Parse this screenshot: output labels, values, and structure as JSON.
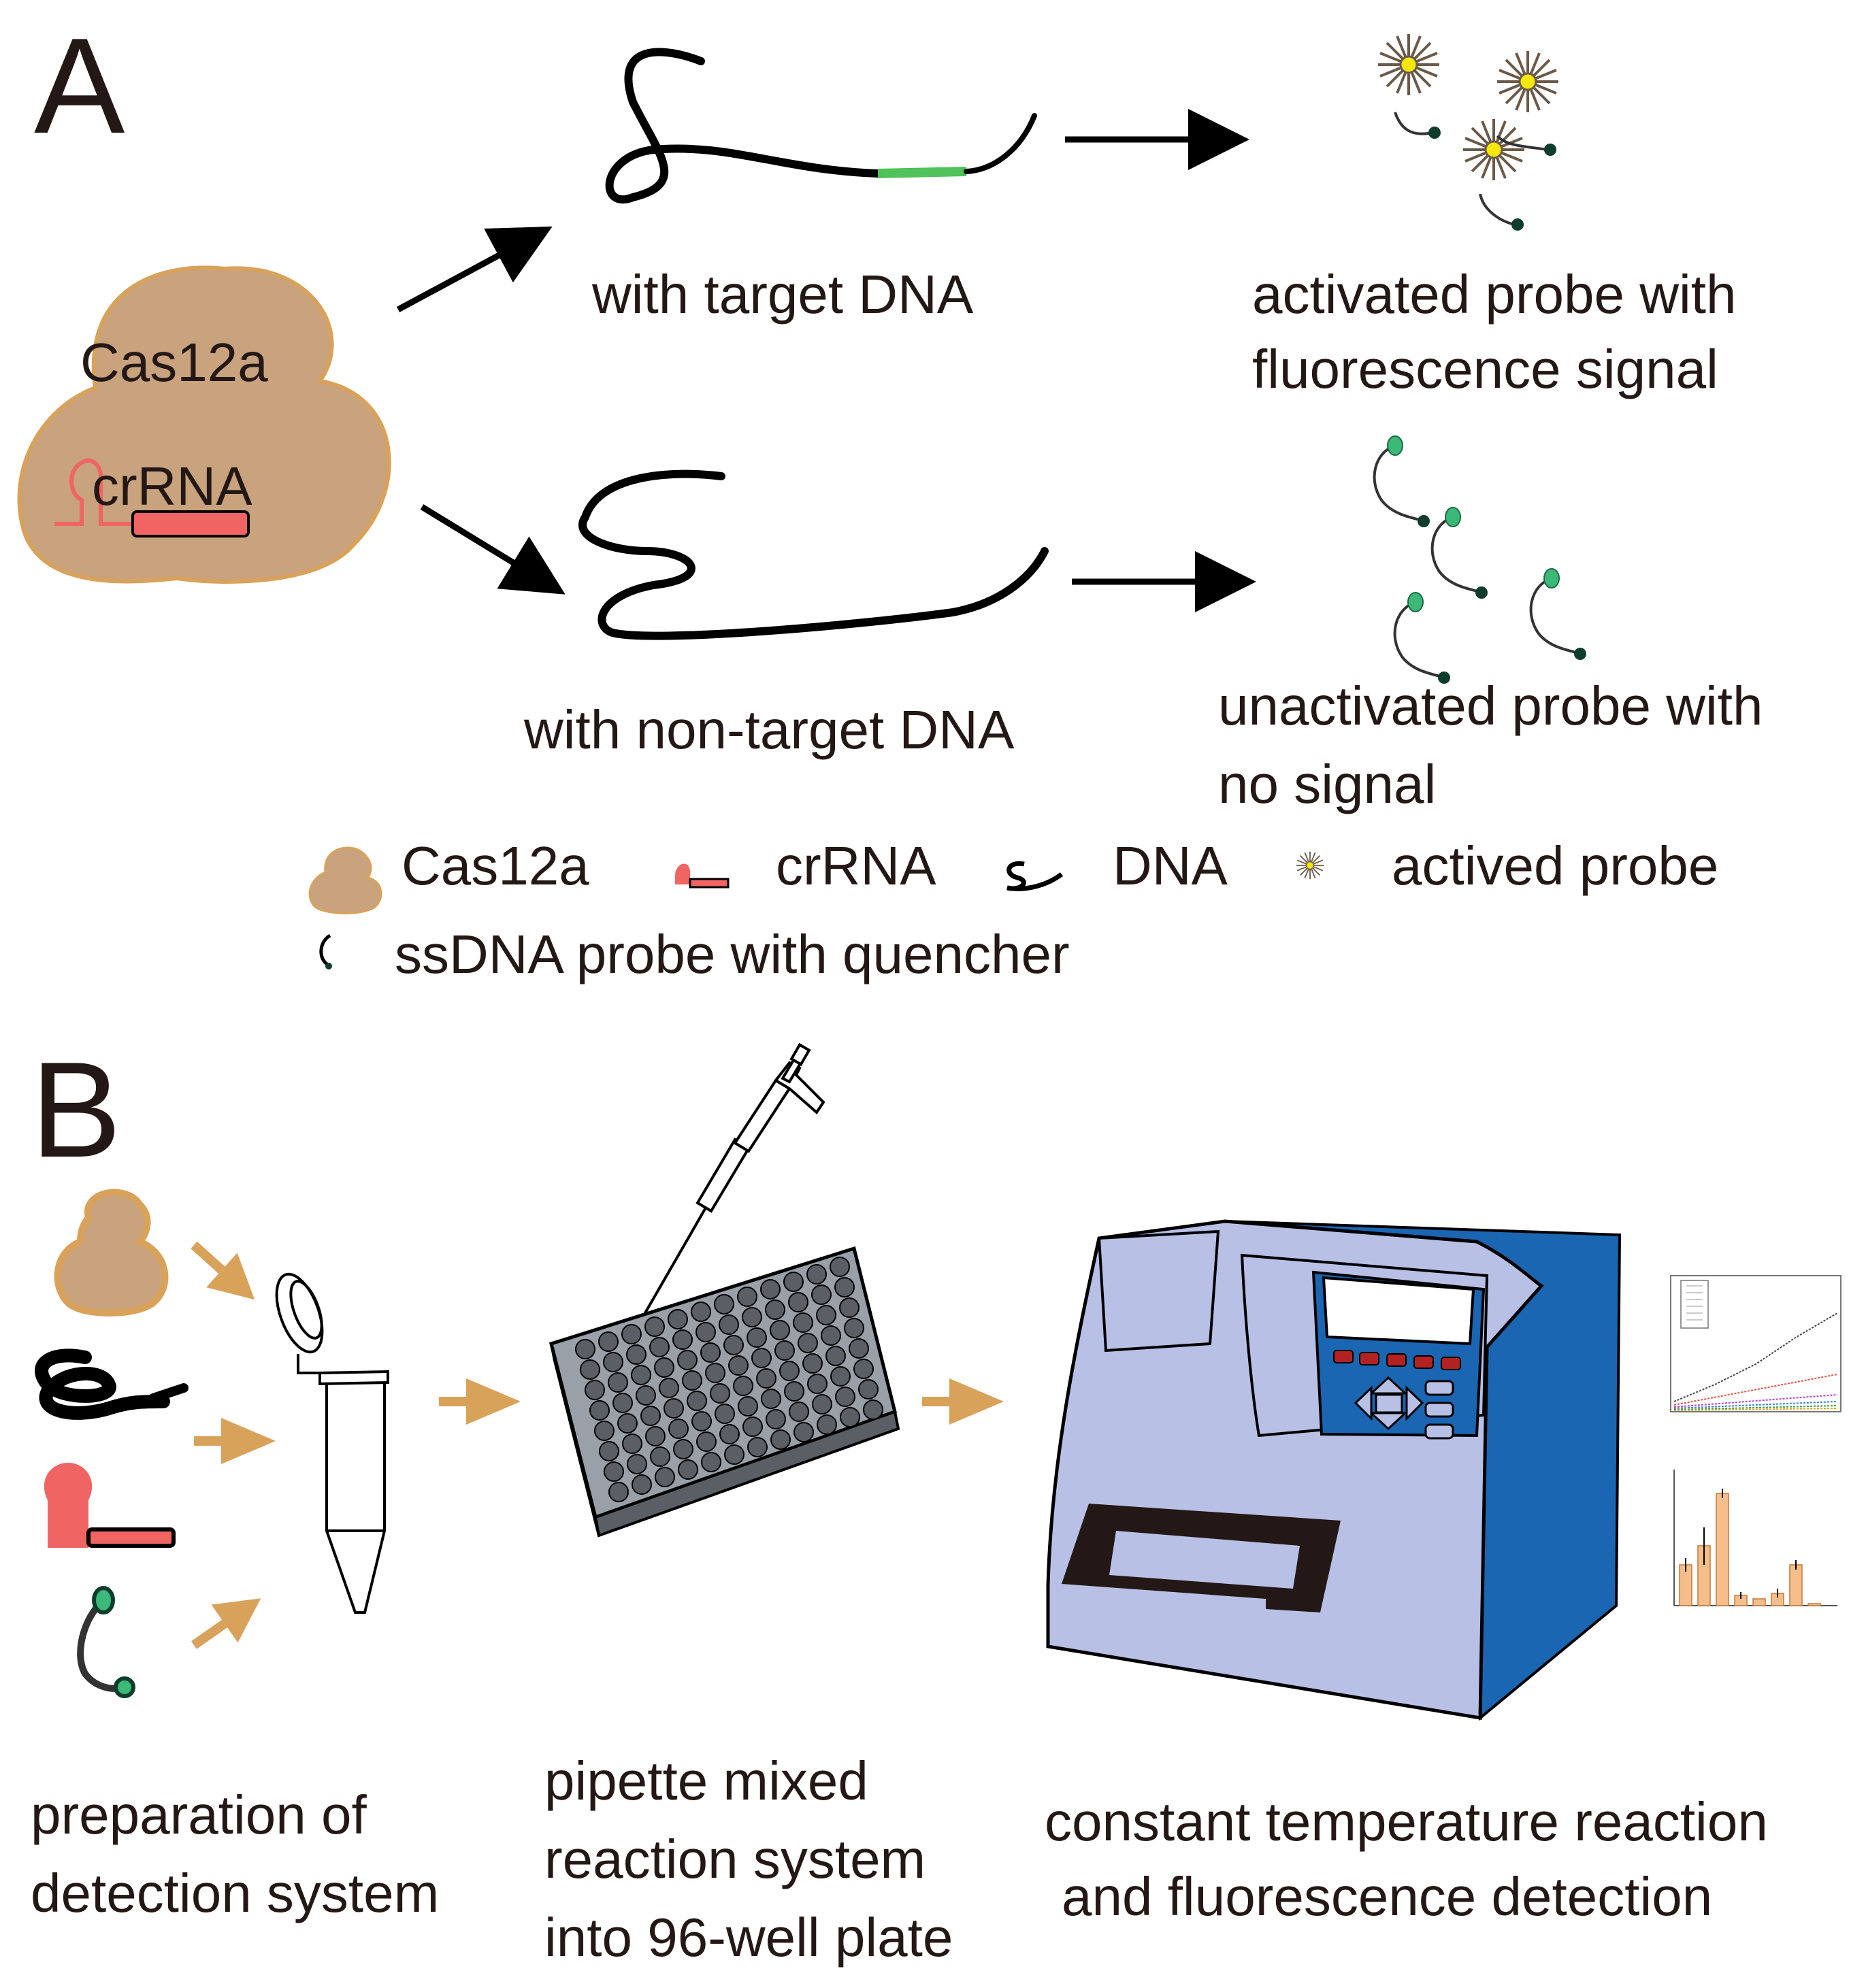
{
  "panel_a": {
    "letter": "A",
    "cas_label": "Cas12a",
    "crrna_label": "crRNA",
    "target_label": "with target DNA",
    "nontarget_label": "with non-target DNA",
    "activated_line1": "activated  probe with",
    "activated_line2": "fluorescence signal",
    "unactivated_line1": "unactivated  probe with",
    "unactivated_line2": "no signal"
  },
  "legend": {
    "cas12a": "Cas12a",
    "crrna": "crRNA",
    "dna": "DNA",
    "actived_probe": "actived  probe",
    "ssdna_probe": "ssDNA probe with quencher"
  },
  "panel_b": {
    "letter": "B",
    "step1_line1": "preparation of",
    "step1_line2": "detection system",
    "step2_line1": "pipette mixed",
    "step2_line2": "reaction system",
    "step2_line3": "into 96-well plate",
    "step3_line1": "constant temperature reaction",
    "step3_line2": "and fluorescence detection"
  },
  "colors": {
    "cas_fill": "#c9a27e",
    "cas_stroke": "#d9a25a",
    "crrna": "#f06464",
    "target_green": "#4fc35a",
    "probe_green": "#3cb878",
    "quencher": "#0f3d2c",
    "probe_yellow": "#f5e80a",
    "arrow_tan": "#d9a25a",
    "instrument_body": "#b9c0e6",
    "instrument_blue": "#1a66b2",
    "bar_orange": "#f6be8a"
  },
  "icons": [
    "cas12a-icon",
    "crrna-icon",
    "dna-strand-icon",
    "activated-probe-icon",
    "quenched-probe-icon",
    "tube-icon",
    "pipette-icon",
    "well-plate-icon",
    "plate-reader-icon"
  ]
}
